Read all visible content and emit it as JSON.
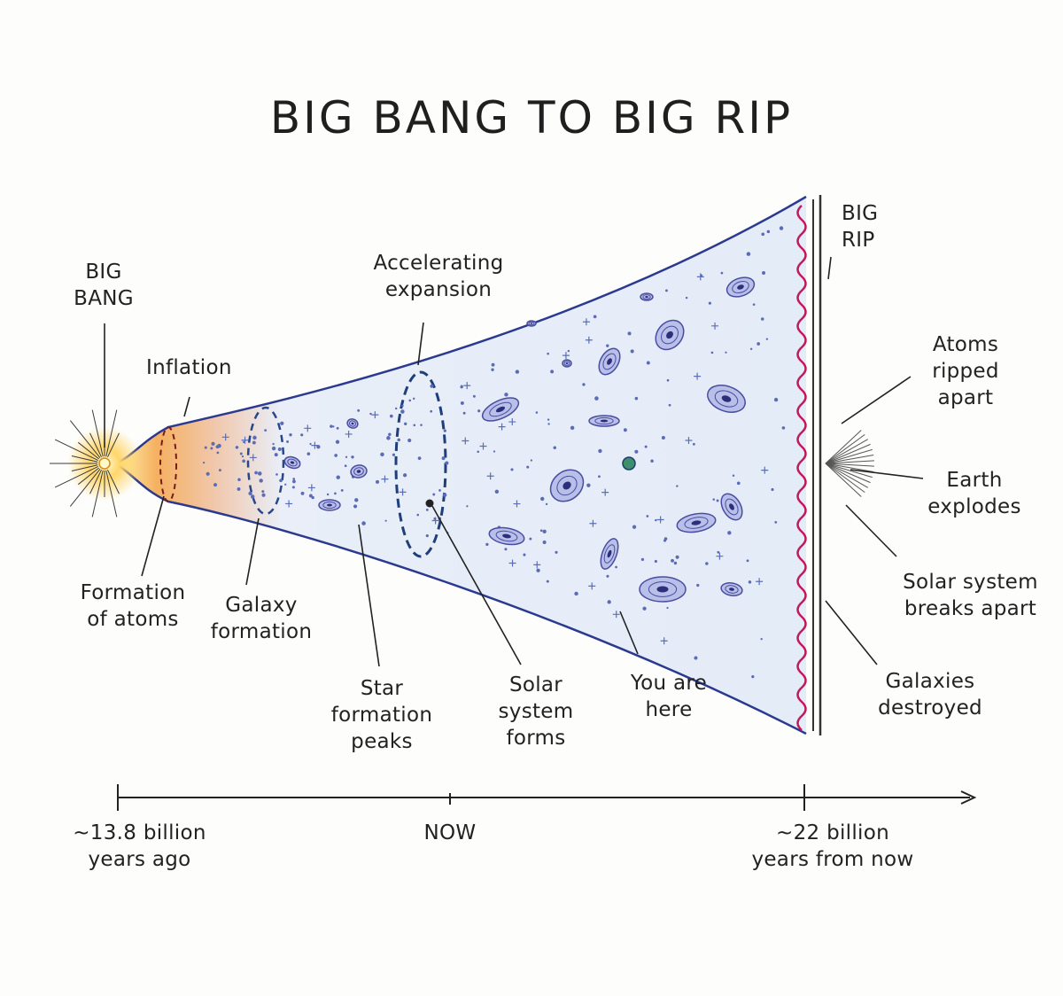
{
  "title": "BIG BANG TO BIG RIP",
  "colors": {
    "ink": "#222222",
    "cone_edge": "#2b3a8f",
    "hot_core": "#fff3a0",
    "warm": "#f2a65a",
    "cool_fill": "#e6eef9",
    "galaxy": "#4a4d9e",
    "rip_wave": "#c2185b"
  },
  "labels": {
    "big_bang": "BIG\nBANG",
    "inflation": "Inflation",
    "accelerating": "Accelerating\nexpansion",
    "big_rip": "BIG\nRIP",
    "atoms_ripped": "Atoms\nripped\napart",
    "earth_explodes": "Earth\nexplodes",
    "solar_breaks": "Solar system\nbreaks apart",
    "galaxies_destroyed": "Galaxies\ndestroyed",
    "formation_atoms": "Formation\nof atoms",
    "galaxy_formation": "Galaxy\nformation",
    "star_formation": "Star\nformation\npeaks",
    "solar_forms": "Solar\nsystem\nforms",
    "you_are_here": "You are\nhere"
  },
  "timeline": {
    "start": "~13.8 billion\nyears ago",
    "now": "NOW",
    "end": "~22 billion\nyears from now"
  }
}
